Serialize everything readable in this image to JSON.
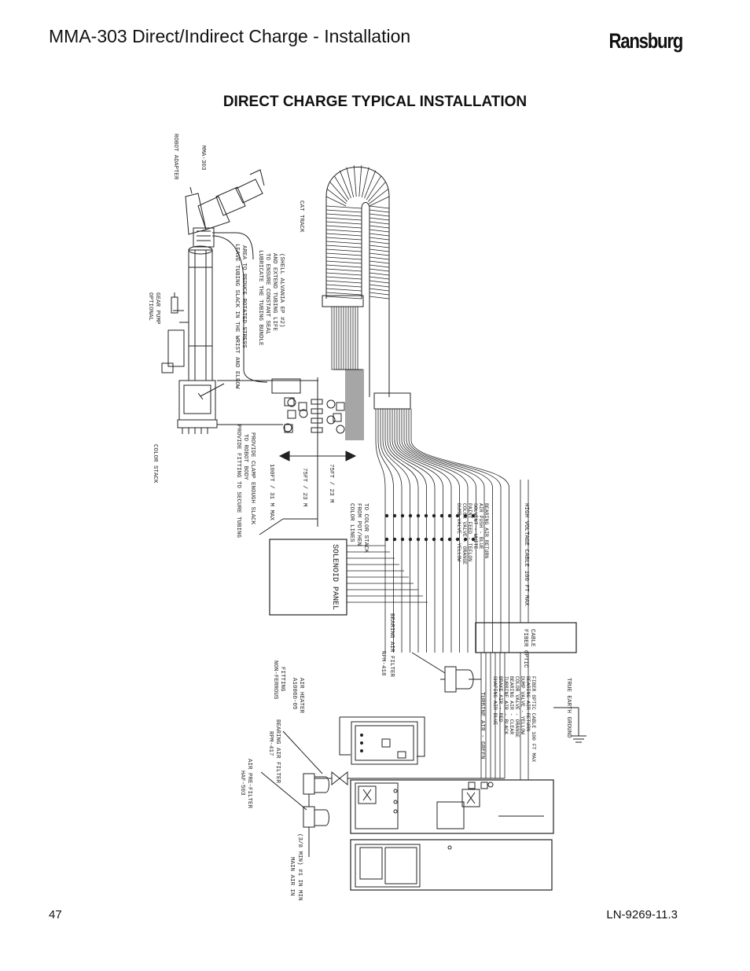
{
  "header": {
    "title": "MMA-303 Direct/Indirect Charge - Installation",
    "brand": "Ransburg"
  },
  "section_title": "DIRECT CHARGE TYPICAL INSTALLATION",
  "labels": {
    "robot_adapter": "ROBOT ADAPTER",
    "mma303": "MMA-303",
    "optional_gear_pump": [
      "OPTIONAL",
      "GEAR PUMP"
    ],
    "leave_slack": [
      "LEAVE TUBING SLACK IN THE WRIST AND ELBOW",
      "AREA TO REDUCE ROTATED STRESS"
    ],
    "lubricate": [
      "LUBRICATE THE TUBING BUNDLE",
      "TO ENSURE CONSTANT SEAL",
      "AND EXTEND TUBING LIFE",
      "(SHELL ALVANIA EP #2)"
    ],
    "cat_track": "CAT TRACK",
    "color_stack": "COLOR STACK",
    "provide_fitting": [
      "PROVIDE FITTING TO SECURE TUBING",
      "TO ROBOT BODY",
      "PROVIDE CLAMP ENOUGH SLACK"
    ],
    "length_100": "100FT / 31 M MAX",
    "length_75": "75FT / 23 M",
    "length_75b": "75FT / 23 M",
    "color_lines": [
      "COLOR LINES",
      "FROM POT/HEN",
      "TO COLOR STACK"
    ],
    "solenoid_panel": "SOLENOID PANEL",
    "bearing_air_filter": "BEARING AIR FILTER",
    "bearing_air_filter_part": "RPM-418",
    "air_heater": [
      "A10860-05",
      "AIR HEATER"
    ],
    "non_ferrous_fitting": [
      "NON-FERROUS",
      "FITTING"
    ],
    "bearing_air_filter2": [
      "RPM-417",
      "BEARING AIR FILTER"
    ],
    "air_pre_filter": [
      "HAF-503",
      "AIR PRE-FILTER"
    ],
    "main_air_in": [
      "MAIN AIR IN",
      "(3/8 MIN) #1 IN MIN"
    ],
    "fiber_optic": [
      "FIBER OPTIC",
      "CABLE"
    ],
    "high_voltage_cable": "HIGH VOLTAGE CABLE 100 FT MAX",
    "true_earth_ground": "TRUE EARTH GROUND",
    "turbine_air": "TURBINE AIR - GREEN",
    "lower_labels": [
      "SHAPING AIR BLUE",
      "BRAKE AIR - RED",
      "TURBINE AIR - BLACK",
      "BEARING AIR - CLEAR",
      "COLOR VALVE - ORANGE",
      "DUMP VALVE - YELLOW",
      "BEARING AIR RETURN",
      "FIBER OPTIC CABLE 100 FT MAX"
    ],
    "upper_tube_labels": [
      "DUMP VALVE - YELLOW",
      "COLOR VALVE - ORANGE",
      "PAINT FEED - TEFLON",
      "SOLVENT - WHITE",
      "AIR PUSH - BLUE",
      "BEARING AIR RETURN"
    ]
  },
  "footer": {
    "page_number": "47",
    "doc_number": "LN-9269-11.3"
  }
}
